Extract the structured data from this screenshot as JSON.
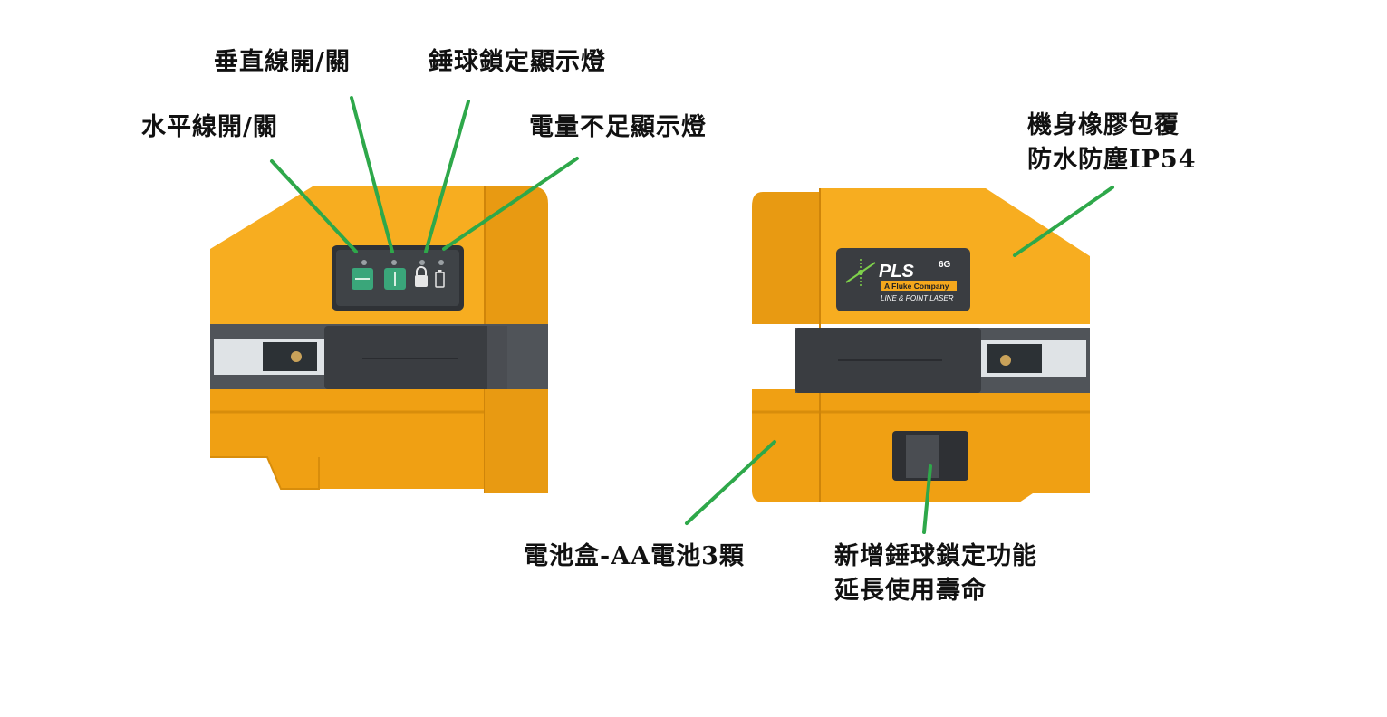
{
  "brand": {
    "logo": "PLS",
    "model": "6G",
    "company": "A Fluke Company",
    "tagline": "LINE & POINT LASER"
  },
  "callouts": {
    "horizontal_switch": "水平線開/關",
    "vertical_switch": "垂直線開/關",
    "pendulum_lock_led": "錘球鎖定顯示燈",
    "low_battery_led": "電量不足顯示燈",
    "rubber_housing_line1": "機身橡膠包覆",
    "rubber_housing_line2": "防水防塵IP54",
    "battery_box": "電池盒-AA電池3顆",
    "pendulum_lock_line1": "新增錘球鎖定功能",
    "pendulum_lock_line2": "延長使用壽命"
  },
  "colors": {
    "body": "#f5a81c",
    "body_shade": "#e0920f",
    "dark_panel": "#3d4044",
    "button": "#3aa67a",
    "leader": "#2ea84a"
  }
}
